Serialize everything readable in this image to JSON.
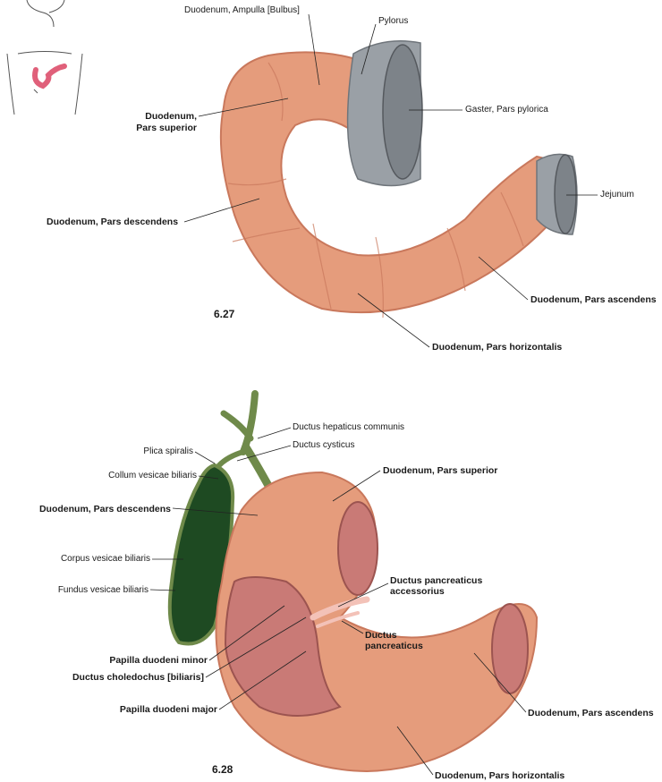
{
  "figures": {
    "fig1": {
      "number": "6.27",
      "labels": {
        "ampulla": "Duodenum, Ampulla [Bulbus]",
        "pylorus": "Pylorus",
        "pars_superior_1": "Duodenum,",
        "pars_superior_2": "Pars superior",
        "gaster": "Gaster, Pars pylorica",
        "pars_descendens": "Duodenum, Pars descendens",
        "jejunum": "Jejunum",
        "pars_ascendens": "Duodenum, Pars ascendens",
        "pars_horizontalis": "Duodenum, Pars horizontalis"
      }
    },
    "fig2": {
      "number": "6.28",
      "labels": {
        "hepaticus": "Ductus hepaticus communis",
        "cysticus": "Ductus cysticus",
        "plica": "Plica spiralis",
        "collum": "Collum vesicae biliaris",
        "pars_superior": "Duodenum, Pars superior",
        "pars_descendens": "Duodenum, Pars descendens",
        "corpus": "Corpus vesicae biliaris",
        "fundus": "Fundus vesicae biliaris",
        "accessorius_1": "Ductus pancreaticus",
        "accessorius_2": "accessorius",
        "pancreaticus_1": "Ductus",
        "pancreaticus_2": "pancreaticus",
        "papilla_minor": "Papilla duodeni minor",
        "choledochus": "Ductus choledochus [biliaris]",
        "papilla_major": "Papilla duodeni major",
        "pars_ascendens": "Duodenum, Pars ascendens",
        "pars_horizontalis": "Duodenum, Pars horizontalis"
      }
    }
  },
  "colors": {
    "duodenum": "#e59c7c",
    "duodenum_dark": "#c9785c",
    "stomach": "#9aa0a6",
    "mucosa": "#c97a76",
    "gallbladder": "#1e4a22",
    "duct": "#6f8a4a"
  }
}
